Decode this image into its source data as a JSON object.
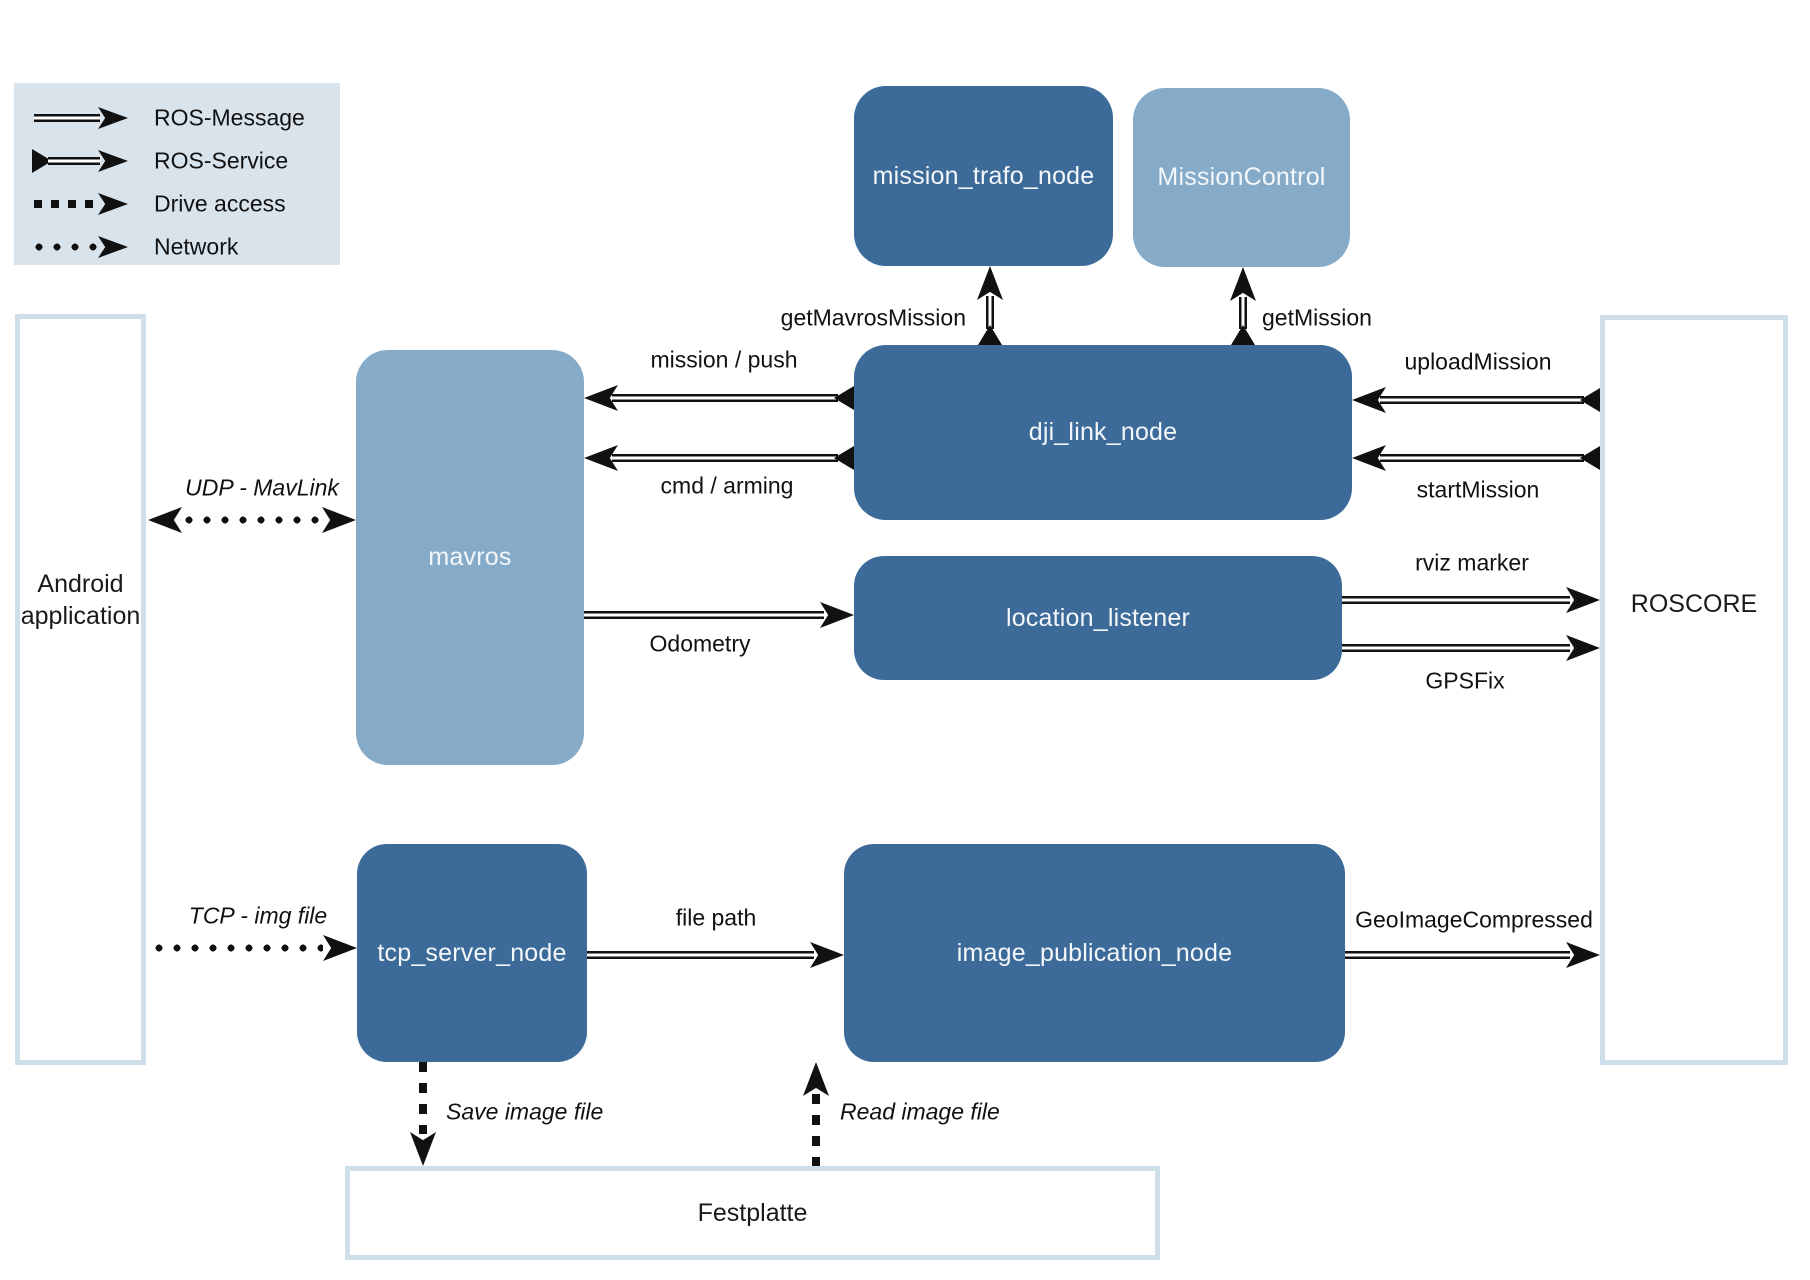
{
  "colors": {
    "node_dark": "#3c6b99",
    "node_light": "#85abc9",
    "panel_border": "#cfdfea",
    "legend_bg": "#d8e3ec",
    "arrow": "#111111"
  },
  "legend": {
    "ros_message": "ROS-Message",
    "ros_service": "ROS-Service",
    "drive_access": "Drive access",
    "network": "Network"
  },
  "nodes": {
    "mission_trafo": {
      "label": "mission_trafo_node"
    },
    "mission_control": {
      "label": "MissionControl"
    },
    "dji_link": {
      "label": "dji_link_node"
    },
    "mavros": {
      "label": "mavros"
    },
    "location_listener": {
      "label": "location_listener"
    },
    "tcp_server": {
      "label": "tcp_server_node"
    },
    "image_publication": {
      "label": "image_publication_node"
    }
  },
  "containers": {
    "android": {
      "label": "Android application"
    },
    "roscore": {
      "label": "ROSCORE"
    },
    "festplatte": {
      "label": "Festplatte"
    }
  },
  "edges": {
    "get_mavros_mission": {
      "label": "getMavrosMission",
      "type": "ros-service"
    },
    "get_mission": {
      "label": "getMission",
      "type": "ros-service"
    },
    "mission_push": {
      "label": "mission / push",
      "type": "ros-service"
    },
    "cmd_arming": {
      "label": "cmd / arming",
      "type": "ros-service"
    },
    "upload_mission": {
      "label": "uploadMission",
      "type": "ros-service"
    },
    "start_mission": {
      "label": "startMission",
      "type": "ros-service"
    },
    "udp_mavlink": {
      "label": "UDP - MavLink",
      "type": "network"
    },
    "odometry": {
      "label": "Odometry",
      "type": "ros-message"
    },
    "rviz_marker": {
      "label": "rviz marker",
      "type": "ros-message"
    },
    "gpsfix": {
      "label": "GPSFix",
      "type": "ros-message"
    },
    "tcp_img_file": {
      "label": "TCP - img file",
      "type": "network"
    },
    "file_path": {
      "label": "file path",
      "type": "ros-message"
    },
    "geo_image_compressed": {
      "label": "GeoImageCompressed",
      "type": "ros-message"
    },
    "save_image_file": {
      "label": "Save image file",
      "type": "drive-access"
    },
    "read_image_file": {
      "label": "Read image file",
      "type": "drive-access"
    }
  }
}
